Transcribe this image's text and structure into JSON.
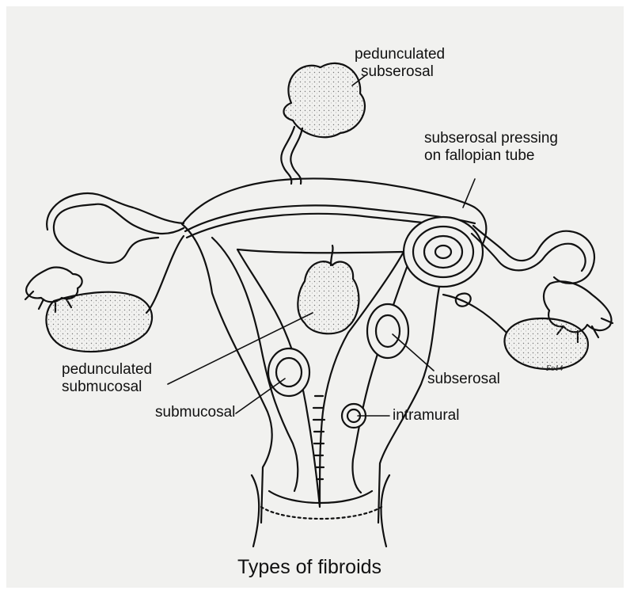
{
  "caption": "Types of fibroids",
  "signature": "Fo14",
  "labels": {
    "pedunculated_subserosal": [
      "pedunculated",
      "subserosal"
    ],
    "subserosal_pressing": [
      "subserosal pressing",
      "on fallopian tube"
    ],
    "pedunculated_submucosal": [
      "pedunculated",
      "submucosal"
    ],
    "submucosal": "submucosal",
    "subserosal": "subserosal",
    "intramural": "intramural"
  }
}
